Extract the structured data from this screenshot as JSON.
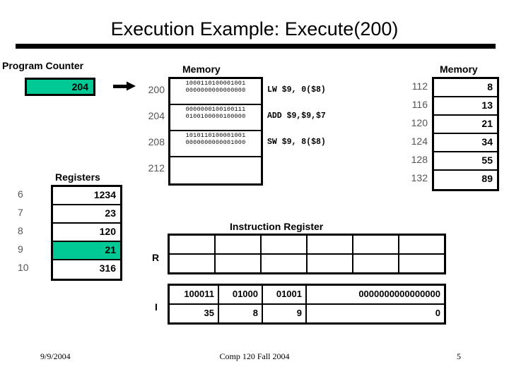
{
  "slide": {
    "title": "Execution Example: Execute(200)"
  },
  "program_counter": {
    "heading": "Program Counter",
    "value": "204",
    "arrow_icon": "right-arrow-icon"
  },
  "memory_left": {
    "heading": "Memory",
    "rows": [
      {
        "address": "200",
        "bits_hi": "1000110100001001",
        "bits_lo": "0000000000000000",
        "asm": "LW $9, 0($8)"
      },
      {
        "address": "204",
        "bits_hi": "0000000100100111",
        "bits_lo": "0100100000100000",
        "asm": "ADD $9,$9,$7"
      },
      {
        "address": "208",
        "bits_hi": "1010110100001001",
        "bits_lo": "0000000000001000",
        "asm": "SW $9, 8($8)"
      },
      {
        "address": "212",
        "bits_hi": "",
        "bits_lo": "",
        "asm": ""
      }
    ]
  },
  "memory_right": {
    "heading": "Memory",
    "rows": [
      {
        "address": "112",
        "value": "8"
      },
      {
        "address": "116",
        "value": "13"
      },
      {
        "address": "120",
        "value": "21"
      },
      {
        "address": "124",
        "value": "34"
      },
      {
        "address": "128",
        "value": "55"
      },
      {
        "address": "132",
        "value": "89"
      }
    ]
  },
  "registers": {
    "heading": "Registers",
    "rows": [
      {
        "number": "6",
        "value": "1234",
        "highlighted": false
      },
      {
        "number": "7",
        "value": "23",
        "highlighted": false
      },
      {
        "number": "8",
        "value": "120",
        "highlighted": false
      },
      {
        "number": "9",
        "value": "21",
        "highlighted": true
      },
      {
        "number": "10",
        "value": "316",
        "highlighted": false
      }
    ]
  },
  "instruction_register": {
    "heading": "Instruction Register",
    "r_label": "R",
    "i_label": "I",
    "r_format": {
      "bits_row": [
        "",
        "",
        "",
        "",
        "",
        ""
      ],
      "values_row": [
        "",
        "",
        "",
        "",
        "",
        ""
      ]
    },
    "i_format": {
      "bits_row": [
        "100011",
        "01000",
        "01001",
        "0000000000000000"
      ],
      "values_row": [
        "35",
        "8",
        "9",
        "0"
      ]
    }
  },
  "footer": {
    "date": "9/9/2004",
    "center": "Comp 120 Fall 2004",
    "page": "5"
  },
  "colors": {
    "highlight_green": "#00c995",
    "rule_black": "#000000",
    "address_gray": "#555555"
  }
}
